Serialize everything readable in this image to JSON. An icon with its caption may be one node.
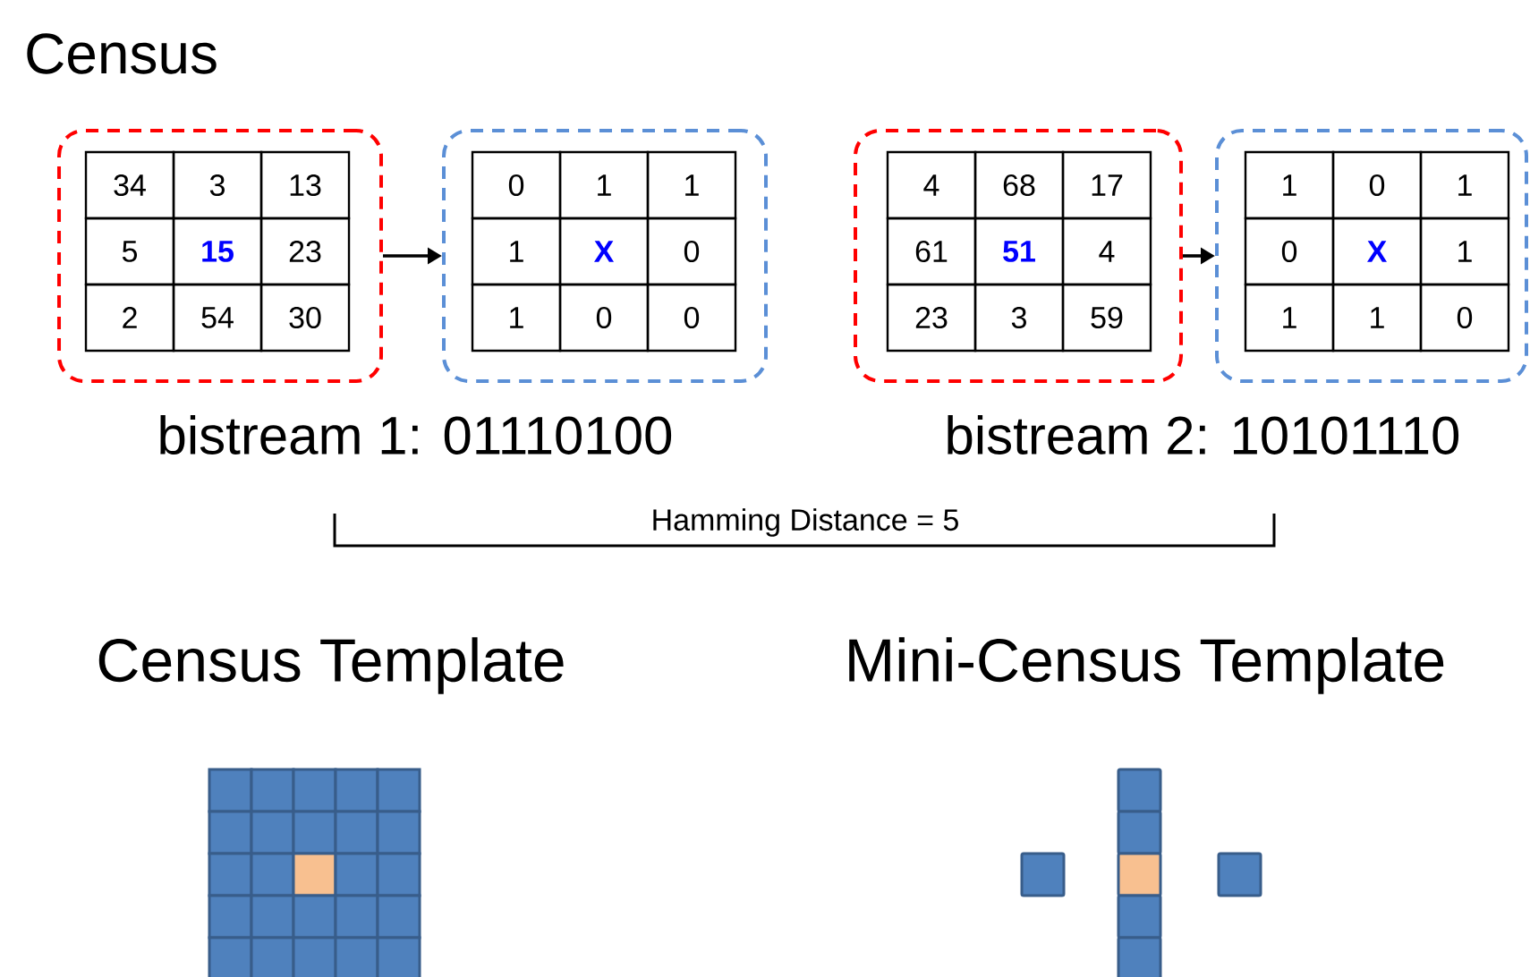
{
  "diagram": {
    "title": "Census",
    "nodes": [
      {
        "text": [
          "34",
          "3",
          "13",
          "5",
          "15",
          "23",
          "2",
          "54",
          "30"
        ]
      },
      {
        "text": [
          "0",
          "1",
          "1",
          "1",
          "X",
          "0",
          "1",
          "0",
          "0"
        ]
      },
      {
        "text": [
          "4",
          "68",
          "17",
          "61",
          "51",
          "4",
          "23",
          "3",
          "59"
        ]
      },
      {
        "text": [
          "1",
          "0",
          "1",
          "0",
          "X",
          "1",
          "1",
          "1",
          "0"
        ]
      }
    ],
    "edges": [
      {
        "from": 0,
        "to": 1,
        "arrow": "to"
      },
      {
        "from": 2,
        "to": 3,
        "arrow": "to"
      }
    ],
    "labels": [
      "bistream 1: 01110100",
      "bistream 2: 10101110",
      "Hamming Distance = 5",
      "Census Template",
      "Mini-Census Template"
    ]
  }
}
